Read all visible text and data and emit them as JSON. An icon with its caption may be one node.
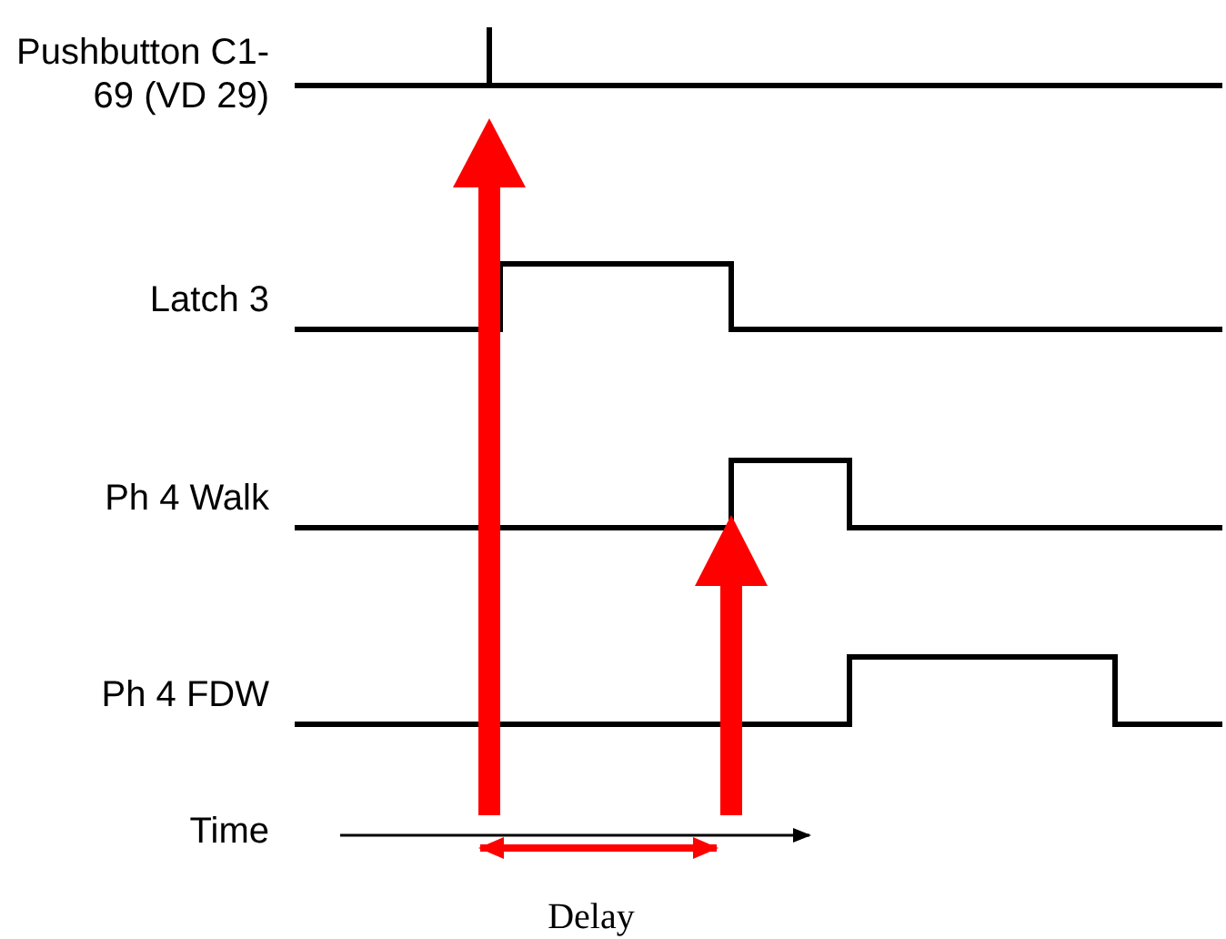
{
  "diagram": {
    "labels": [
      "Pushbutton C1-69 (VD 29)",
      "Latch 3",
      "Ph 4 Walk",
      "Ph 4 FDW",
      "Time",
      "Delay"
    ]
  }
}
